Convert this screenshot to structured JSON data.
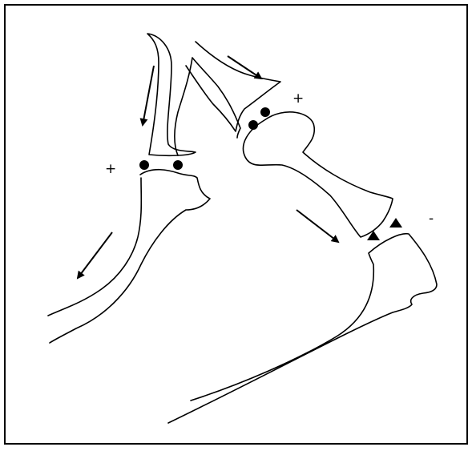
{
  "figure": {
    "signs": {
      "upper_joint": "+",
      "left_joint": "+",
      "lower_joint": "-"
    },
    "markers": {
      "left_joint": "circle",
      "upper_joint": "circle",
      "lower_joint": "triangle"
    },
    "colors": {
      "ink": "#000000",
      "background": "#ffffff"
    }
  }
}
